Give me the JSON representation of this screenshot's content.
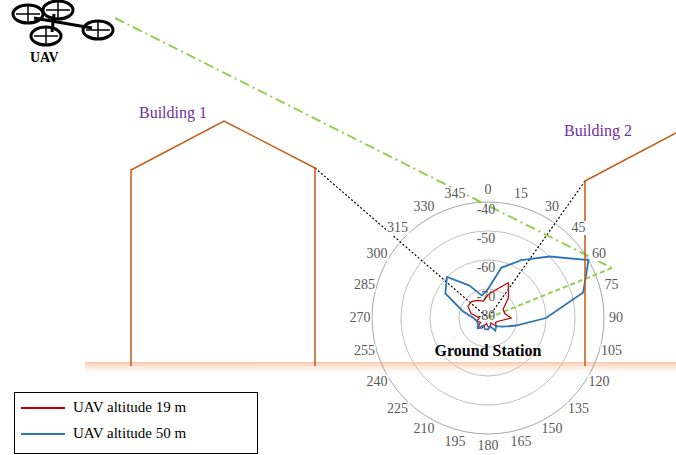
{
  "diagram": {
    "nodes": [
      {
        "text": [
          "UAV"
        ]
      },
      {
        "text": [
          "Building 1"
        ]
      },
      {
        "text": [
          "Building 2"
        ]
      }
    ],
    "labels": [
      "0",
      "15",
      "30",
      "45",
      "60",
      "75",
      "90",
      "105",
      "120",
      "135",
      "150",
      "165",
      "180",
      "195",
      "210",
      "225",
      "240",
      "255",
      "270",
      "285",
      "300",
      "315",
      "330",
      "345",
      "-40",
      "-50",
      "-60",
      "-70",
      "-80",
      "Ground Station"
    ],
    "legend": [
      {
        "text": "UAV altitude 19 m"
      },
      {
        "text": "UAV altitude 50 m"
      }
    ]
  }
}
